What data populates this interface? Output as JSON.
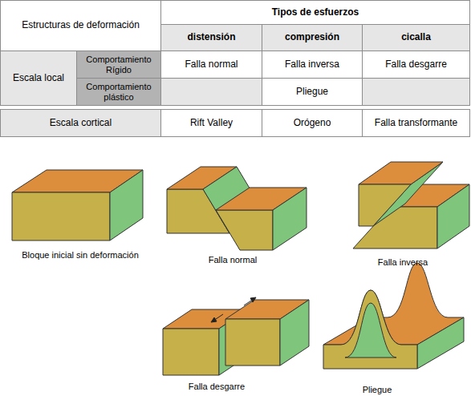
{
  "diagram": {
    "labels": [
      "Estructuras de deformación",
      "Tipos de esfuerzos",
      "distensión",
      "compresión",
      "cicalla",
      "Escala local",
      "Comportamiento Rígido",
      "Falla normal",
      "Falla inversa",
      "Falla desgarre",
      "Comportamiento plástico",
      "Pliegue",
      "Escala cortical",
      "Rift Valley",
      "Orógeno",
      "Falla transformante",
      "Bloque inicial sin deformación",
      "Falla normal",
      "Falla inversa",
      "Falla desgarre",
      "Pliegue"
    ]
  }
}
